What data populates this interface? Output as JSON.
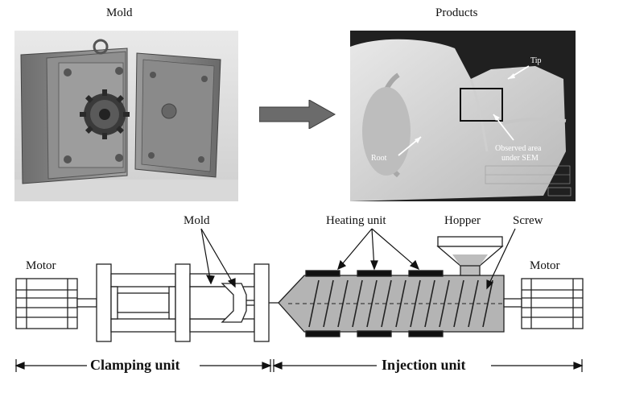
{
  "photos": {
    "mold_title": "Mold",
    "products_title": "Products",
    "annotations": {
      "tip": "Tip",
      "root": "Root",
      "observed_line1": "Observed area",
      "observed_line2": "under SEM"
    }
  },
  "machine": {
    "labels": {
      "motor_left": "Motor",
      "mold": "Mold",
      "heating_unit": "Heating unit",
      "hopper": "Hopper",
      "screw": "Screw",
      "motor_right": "Motor"
    },
    "units": {
      "clamping": "Clamping unit",
      "injection": "Injection unit"
    }
  }
}
